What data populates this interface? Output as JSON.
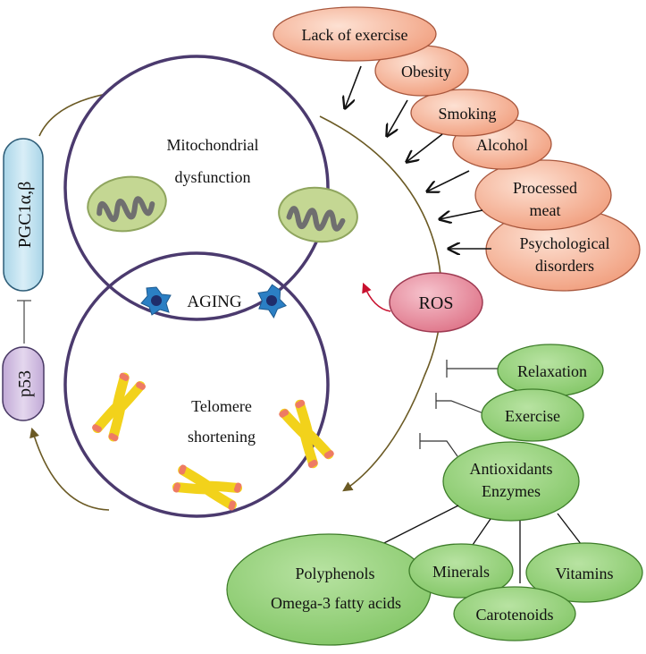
{
  "center": {
    "top_circle_lines": [
      "Mitochondrial",
      "dysfunction"
    ],
    "core_label": "AGING",
    "bottom_circle_lines": [
      "Telomere",
      "shortening"
    ]
  },
  "left": {
    "pgc_label": "PGC1α,β",
    "p53_label": "p53"
  },
  "ros_label": "ROS",
  "risk_factors": [
    {
      "lines": [
        "Lack of exercise"
      ]
    },
    {
      "lines": [
        "Obesity"
      ]
    },
    {
      "lines": [
        "Smoking"
      ]
    },
    {
      "lines": [
        "Alcohol"
      ]
    },
    {
      "lines": [
        "Processed",
        "meat"
      ]
    },
    {
      "lines": [
        "Psychological",
        "disorders"
      ]
    }
  ],
  "protective": {
    "relaxation": "Relaxation",
    "exercise": "Exercise",
    "antioxidants_lines": [
      "Antioxidants",
      "Enzymes"
    ]
  },
  "antioxidant_sources": {
    "polyphenols_lines": [
      "Polyphenols",
      "Omega-3 fatty acids"
    ],
    "minerals": "Minerals",
    "carotenoids": "Carotenoids",
    "vitamins": "Vitamins"
  },
  "colors": {
    "risk_fill": "#f5a98a",
    "ros_fill": "#e47c8e",
    "protective_fill": "#93cf78",
    "pgc_fill": "#b6dcea",
    "p53_fill": "#cdb9dc",
    "circle_stroke": "#4b3a6e",
    "cycle_arrow": "#6b5a24",
    "mito_fill": "#c4d793",
    "chromosome_fill": "#f2d21b",
    "chromosome_tip": "#ee7b64",
    "cell_fill": "#2b7fc4"
  }
}
